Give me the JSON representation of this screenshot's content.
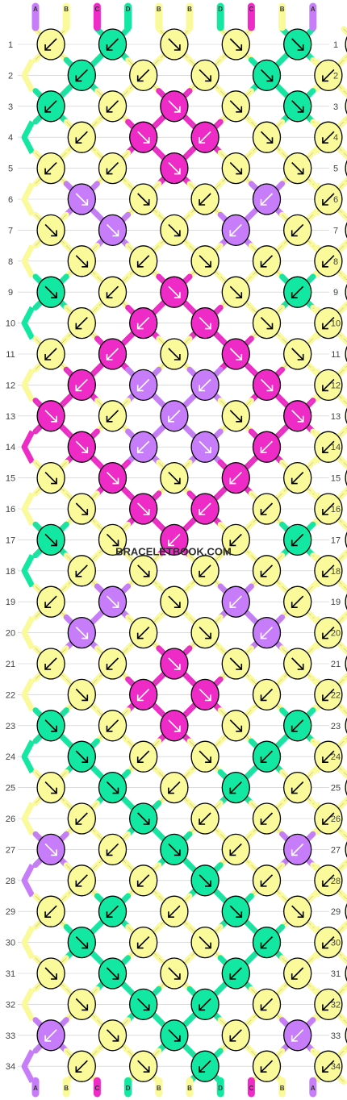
{
  "watermark": "BRACELETBOOK.COM",
  "colors": {
    "A": "#c77dfa",
    "B": "#fafa9b",
    "C": "#ee2ac7",
    "D": "#12e8a1"
  },
  "strands_top": [
    "A",
    "B",
    "C",
    "D",
    "B",
    "B",
    "D",
    "C",
    "B",
    "A"
  ],
  "strands_bottom": [
    "A",
    "B",
    "C",
    "D",
    "B",
    "B",
    "D",
    "C",
    "B",
    "A"
  ],
  "rows": [
    {
      "n": "1",
      "knots": [
        [
          "B",
          "dl"
        ],
        [
          "D",
          "dl"
        ],
        [
          "B",
          "dr"
        ],
        [
          "B",
          "dr"
        ],
        [
          "D",
          "dr"
        ],
        [
          "B",
          "dl"
        ]
      ]
    },
    {
      "n": "2",
      "knots": [
        [
          "D",
          "dl"
        ],
        [
          "B",
          "dl"
        ],
        [
          "B",
          "dr"
        ],
        [
          "D",
          "dr"
        ],
        [
          "B",
          "dl"
        ]
      ]
    },
    {
      "n": "3",
      "knots": [
        [
          "D",
          "dl"
        ],
        [
          "B",
          "dl"
        ],
        [
          "C",
          "dr"
        ],
        [
          "B",
          "dr"
        ],
        [
          "D",
          "dr"
        ],
        [
          "B",
          "dl"
        ]
      ]
    },
    {
      "n": "4",
      "knots": [
        [
          "B",
          "dl"
        ],
        [
          "C",
          "dr"
        ],
        [
          "C",
          "dl"
        ],
        [
          "B",
          "dr"
        ],
        [
          "B",
          "dl"
        ]
      ]
    },
    {
      "n": "5",
      "knots": [
        [
          "B",
          "dl"
        ],
        [
          "B",
          "dl"
        ],
        [
          "C",
          "dr"
        ],
        [
          "B",
          "dr"
        ],
        [
          "B",
          "dr"
        ],
        [
          "B",
          "dl"
        ]
      ]
    },
    {
      "n": "6",
      "knots": [
        [
          "A",
          "dr"
        ],
        [
          "B",
          "dr"
        ],
        [
          "B",
          "dl"
        ],
        [
          "A",
          "dl"
        ],
        [
          "B",
          "dl"
        ]
      ]
    },
    {
      "n": "7",
      "knots": [
        [
          "B",
          "dr"
        ],
        [
          "A",
          "dr"
        ],
        [
          "B",
          "dr"
        ],
        [
          "A",
          "dl"
        ],
        [
          "B",
          "dl"
        ],
        [
          "B",
          "dl"
        ]
      ]
    },
    {
      "n": "8",
      "knots": [
        [
          "B",
          "dr"
        ],
        [
          "B",
          "dl"
        ],
        [
          "B",
          "dr"
        ],
        [
          "B",
          "dl"
        ],
        [
          "B",
          "dl"
        ]
      ]
    },
    {
      "n": "9",
      "knots": [
        [
          "D",
          "dr"
        ],
        [
          "B",
          "dl"
        ],
        [
          "C",
          "dr"
        ],
        [
          "B",
          "dr"
        ],
        [
          "D",
          "dl"
        ],
        [
          "B",
          "dl"
        ]
      ]
    },
    {
      "n": "10",
      "knots": [
        [
          "B",
          "dl"
        ],
        [
          "C",
          "dl"
        ],
        [
          "C",
          "dr"
        ],
        [
          "B",
          "dr"
        ],
        [
          "B",
          "dl"
        ]
      ]
    },
    {
      "n": "11",
      "knots": [
        [
          "B",
          "dl"
        ],
        [
          "C",
          "dl"
        ],
        [
          "B",
          "dr"
        ],
        [
          "C",
          "dr"
        ],
        [
          "B",
          "dr"
        ],
        [
          "B",
          "dl"
        ]
      ]
    },
    {
      "n": "12",
      "knots": [
        [
          "C",
          "dl"
        ],
        [
          "A",
          "dl"
        ],
        [
          "A",
          "dl"
        ],
        [
          "C",
          "dr"
        ],
        [
          "B",
          "dl"
        ]
      ]
    },
    {
      "n": "13",
      "knots": [
        [
          "C",
          "dr"
        ],
        [
          "B",
          "dl"
        ],
        [
          "A",
          "dl"
        ],
        [
          "B",
          "dr"
        ],
        [
          "C",
          "dr"
        ],
        [
          "B",
          "dl"
        ]
      ]
    },
    {
      "n": "14",
      "knots": [
        [
          "C",
          "dr"
        ],
        [
          "A",
          "dl"
        ],
        [
          "A",
          "dr"
        ],
        [
          "C",
          "dl"
        ],
        [
          "B",
          "dl"
        ]
      ]
    },
    {
      "n": "15",
      "knots": [
        [
          "B",
          "dr"
        ],
        [
          "C",
          "dr"
        ],
        [
          "B",
          "dr"
        ],
        [
          "C",
          "dl"
        ],
        [
          "B",
          "dl"
        ],
        [
          "B",
          "dl"
        ]
      ]
    },
    {
      "n": "16",
      "knots": [
        [
          "B",
          "dr"
        ],
        [
          "C",
          "dr"
        ],
        [
          "C",
          "dl"
        ],
        [
          "B",
          "dl"
        ],
        [
          "B",
          "dl"
        ]
      ]
    },
    {
      "n": "17",
      "knots": [
        [
          "D",
          "dr"
        ],
        [
          "B",
          "dr"
        ],
        [
          "C",
          "dl"
        ],
        [
          "B",
          "dl"
        ],
        [
          "D",
          "dl"
        ],
        [
          "B",
          "dl"
        ]
      ]
    },
    {
      "n": "18",
      "knots": [
        [
          "B",
          "dl"
        ],
        [
          "B",
          "dr"
        ],
        [
          "B",
          "dl"
        ],
        [
          "B",
          "dl"
        ],
        [
          "B",
          "dl"
        ]
      ]
    },
    {
      "n": "19",
      "knots": [
        [
          "B",
          "dl"
        ],
        [
          "A",
          "dr"
        ],
        [
          "B",
          "dr"
        ],
        [
          "A",
          "dl"
        ],
        [
          "B",
          "dl"
        ],
        [
          "B",
          "dl"
        ]
      ]
    },
    {
      "n": "20",
      "knots": [
        [
          "A",
          "dr"
        ],
        [
          "B",
          "dl"
        ],
        [
          "B",
          "dr"
        ],
        [
          "A",
          "dl"
        ],
        [
          "B",
          "dl"
        ]
      ]
    },
    {
      "n": "21",
      "knots": [
        [
          "B",
          "dl"
        ],
        [
          "B",
          "dl"
        ],
        [
          "C",
          "dr"
        ],
        [
          "B",
          "dr"
        ],
        [
          "B",
          "dr"
        ],
        [
          "B",
          "dl"
        ]
      ]
    },
    {
      "n": "22",
      "knots": [
        [
          "B",
          "dr"
        ],
        [
          "C",
          "dl"
        ],
        [
          "C",
          "dr"
        ],
        [
          "B",
          "dl"
        ],
        [
          "B",
          "dl"
        ]
      ]
    },
    {
      "n": "23",
      "knots": [
        [
          "D",
          "dr"
        ],
        [
          "B",
          "dl"
        ],
        [
          "C",
          "dr"
        ],
        [
          "B",
          "dr"
        ],
        [
          "D",
          "dl"
        ],
        [
          "B",
          "dl"
        ]
      ]
    },
    {
      "n": "24",
      "knots": [
        [
          "D",
          "dr"
        ],
        [
          "B",
          "dl"
        ],
        [
          "B",
          "dr"
        ],
        [
          "D",
          "dl"
        ],
        [
          "B",
          "dl"
        ]
      ]
    },
    {
      "n": "25",
      "knots": [
        [
          "B",
          "dr"
        ],
        [
          "D",
          "dr"
        ],
        [
          "B",
          "dl"
        ],
        [
          "D",
          "dl"
        ],
        [
          "B",
          "dl"
        ],
        [
          "B",
          "dl"
        ]
      ]
    },
    {
      "n": "26",
      "knots": [
        [
          "B",
          "dl"
        ],
        [
          "D",
          "dr"
        ],
        [
          "B",
          "dl"
        ],
        [
          "B",
          "dl"
        ],
        [
          "B",
          "dl"
        ]
      ]
    },
    {
      "n": "27",
      "knots": [
        [
          "A",
          "dr"
        ],
        [
          "B",
          "dl"
        ],
        [
          "D",
          "dr"
        ],
        [
          "B",
          "dl"
        ],
        [
          "A",
          "dl"
        ],
        [
          "B",
          "dl"
        ]
      ]
    },
    {
      "n": "28",
      "knots": [
        [
          "B",
          "dl"
        ],
        [
          "B",
          "dl"
        ],
        [
          "D",
          "dr"
        ],
        [
          "B",
          "dl"
        ],
        [
          "B",
          "dl"
        ]
      ]
    },
    {
      "n": "29",
      "knots": [
        [
          "B",
          "dl"
        ],
        [
          "D",
          "dl"
        ],
        [
          "B",
          "dl"
        ],
        [
          "D",
          "dr"
        ],
        [
          "B",
          "dr"
        ],
        [
          "B",
          "dl"
        ]
      ]
    },
    {
      "n": "30",
      "knots": [
        [
          "D",
          "dr"
        ],
        [
          "B",
          "dl"
        ],
        [
          "B",
          "dr"
        ],
        [
          "D",
          "dl"
        ],
        [
          "B",
          "dl"
        ]
      ]
    },
    {
      "n": "31",
      "knots": [
        [
          "B",
          "dr"
        ],
        [
          "D",
          "dr"
        ],
        [
          "B",
          "dr"
        ],
        [
          "D",
          "dl"
        ],
        [
          "B",
          "dl"
        ],
        [
          "B",
          "dl"
        ]
      ]
    },
    {
      "n": "32",
      "knots": [
        [
          "B",
          "dr"
        ],
        [
          "D",
          "dr"
        ],
        [
          "D",
          "dl"
        ],
        [
          "B",
          "dl"
        ],
        [
          "B",
          "dl"
        ]
      ]
    },
    {
      "n": "33",
      "knots": [
        [
          "A",
          "dl"
        ],
        [
          "B",
          "dr"
        ],
        [
          "D",
          "dr"
        ],
        [
          "B",
          "dl"
        ],
        [
          "A",
          "dl"
        ],
        [
          "B",
          "dl"
        ]
      ]
    },
    {
      "n": "34",
      "knots": [
        [
          "B",
          "dl"
        ],
        [
          "B",
          "dr"
        ],
        [
          "D",
          "dl"
        ],
        [
          "B",
          "dl"
        ],
        [
          "B",
          "dl"
        ]
      ]
    }
  ]
}
